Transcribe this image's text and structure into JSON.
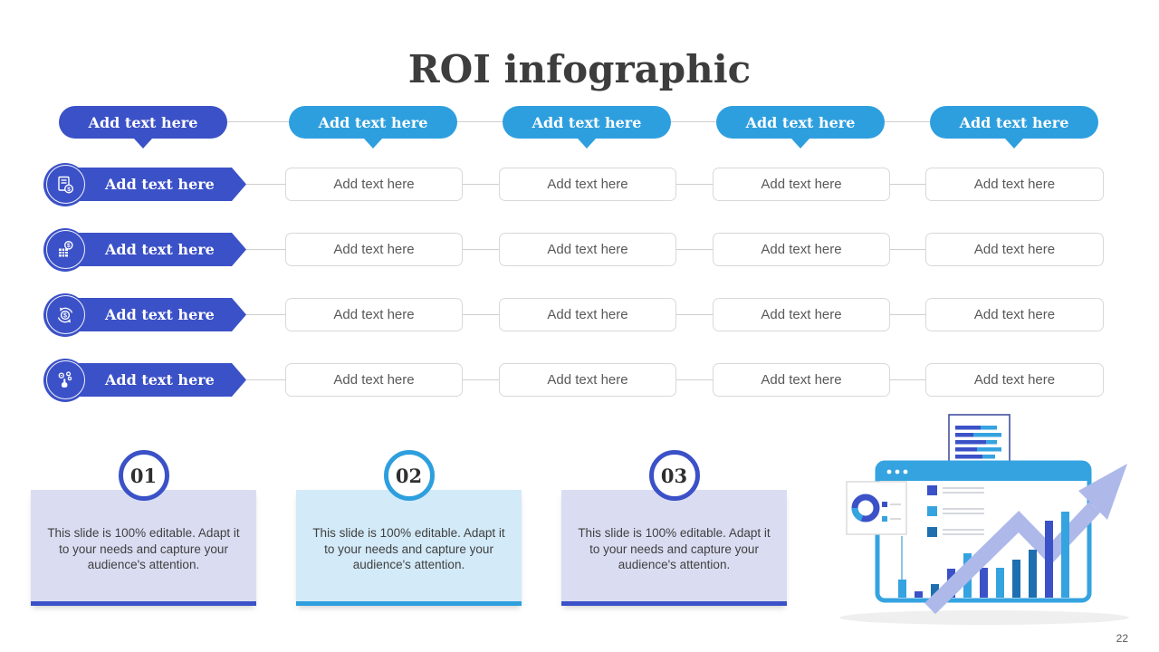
{
  "slide": {
    "title": "ROI infographic",
    "page_number": "22"
  },
  "colors": {
    "indigo": "#3B51C7",
    "blue": "#2E9FDE",
    "illus_blue": "#35A3E0",
    "deep": "#1E6FB0",
    "lavender_panel": "#DADDF2",
    "blue_panel": "#D3EAF8",
    "arrow_lavender": "#AEB9EA",
    "title_text": "#3D3D3D",
    "cell_text": "#595959"
  },
  "matrix": {
    "header_pills": [
      {
        "label": "Add text here",
        "variant": "indigo"
      },
      {
        "label": "Add text here",
        "variant": "blue"
      },
      {
        "label": "Add text here",
        "variant": "blue"
      },
      {
        "label": "Add text here",
        "variant": "blue"
      },
      {
        "label": "Add text here",
        "variant": "blue"
      }
    ],
    "rows": [
      {
        "icon": "invoice-money-icon",
        "label": "Add text here",
        "cells": [
          "Add text here",
          "Add text here",
          "Add text here",
          "Add text here"
        ]
      },
      {
        "icon": "ledger-coin-icon",
        "label": "Add text here",
        "cells": [
          "Add text here",
          "Add text here",
          "Add text here",
          "Add text here"
        ]
      },
      {
        "icon": "dollar-cycle-icon",
        "label": "Add text here",
        "cells": [
          "Add text here",
          "Add text here",
          "Add text here",
          "Add text here"
        ]
      },
      {
        "icon": "hand-gears-icon",
        "label": "Add text here",
        "cells": [
          "Add text here",
          "Add text here",
          "Add text here",
          "Add text here"
        ]
      }
    ]
  },
  "cards": [
    {
      "number": "01",
      "theme": "indigo",
      "text": "This slide is 100% editable. Adapt it to your needs and capture your audience's attention."
    },
    {
      "number": "02",
      "theme": "blue",
      "text": "This slide is 100% editable. Adapt it to your needs and capture your audience's attention."
    },
    {
      "number": "03",
      "theme": "indigo",
      "text": "This slide is 100% editable. Adapt it to your needs and capture your audience's attention."
    }
  ],
  "illustration": {
    "name": "growth-analytics-illustration",
    "bars": [
      {
        "h": 20,
        "color": "illus_blue"
      },
      {
        "h": 7,
        "color": "indigo"
      },
      {
        "h": 15,
        "color": "deep"
      },
      {
        "h": 32,
        "color": "indigo"
      },
      {
        "h": 49,
        "color": "illus_blue"
      },
      {
        "h": 33,
        "color": "indigo"
      },
      {
        "h": 33,
        "color": "illus_blue"
      },
      {
        "h": 42,
        "color": "deep"
      },
      {
        "h": 53,
        "color": "deep",
        "front": true
      },
      {
        "h": 85,
        "color": "indigo",
        "front": true
      },
      {
        "h": 95,
        "color": "illus_blue",
        "front": true
      }
    ]
  }
}
